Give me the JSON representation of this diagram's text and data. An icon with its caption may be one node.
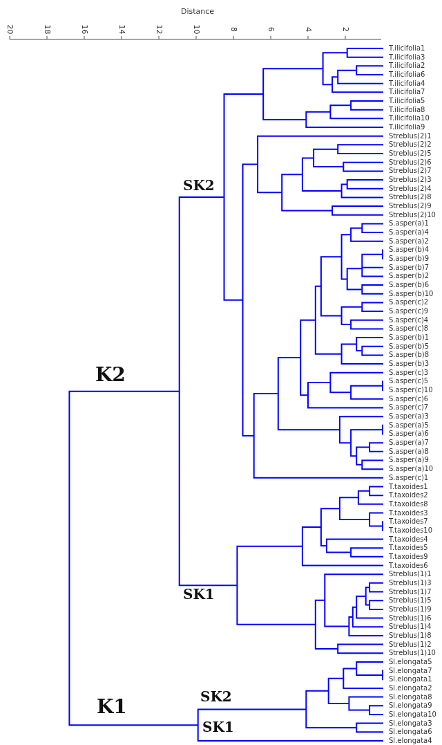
{
  "diagram": {
    "labels": [
      "Distance",
      "20",
      "18",
      "16",
      "14",
      "12",
      "10",
      "8",
      "6",
      "4",
      "2",
      "T.ilicifolia1",
      "T.ilicifolia3",
      "T.ilicifolia2",
      "T.ilicifolia6",
      "T.ilicifolia4",
      "T.ilicifolia7",
      "T.ilicifolia5",
      "T.ilicifolia8",
      "T.ilicifolia10",
      "T.ilicifolia9",
      "Streblus(2)1",
      "Streblus(2)2",
      "Streblus(2)5",
      "Streblus(2)6",
      "Streblus(2)7",
      "Streblus(2)3",
      "Streblus(2)4",
      "Streblus(2)8",
      "Streblus(2)9",
      "Streblus(2)10",
      "S.asper(a)1",
      "S.asper(a)4",
      "S.asper(a)2",
      "S.asper(b)4",
      "S.asper(b)9",
      "S.asper(b)7",
      "S.asper(b)2",
      "S.asper(b)6",
      "S.asper(b)10",
      "S.asper(c)2",
      "S.asper(c)9",
      "S.asper(c)4",
      "S.asper(c)8",
      "S.asper(b)1",
      "S.asper(b)5",
      "S.asper(b)8",
      "S.asper(b)3",
      "S.asper(c)3",
      "S.asper(c)5",
      "S.asper(c)10",
      "S.asper(c)6",
      "S.asper(c)7",
      "S.asper(a)3",
      "S.asper(a)5",
      "S.asper(a)6",
      "S.asper(a)7",
      "S.asper(a)8",
      "S.asper(a)9",
      "S.asper(a)10",
      "S.asper(c)1",
      "T.taxoides1",
      "T.taxoides2",
      "T.taxoides8",
      "T.taxoides3",
      "T.taxoides7",
      "T.taxoides10",
      "T.taxoides4",
      "T.taxoides5",
      "T.taxoides9",
      "T.taxoides6",
      "Streblus(1)1",
      "Streblus(1)3",
      "Streblus(1)7",
      "Streblus(1)5",
      "Streblus(1)9",
      "Streblus(1)6",
      "Streblus(1)4",
      "Streblus(1)8",
      "Streblus(1)2",
      "Streblus(1)10",
      "Sl.elongata5",
      "Sl.elongata7",
      "Sl.elongata1",
      "Sl.elongata2",
      "Sl.elongata8",
      "Sl.elongata9",
      "Sl.elongata10",
      "Sl.elongata3",
      "Sl.elongata6",
      "Sl.elongata4",
      "SK2",
      "K2",
      "SK1",
      "SK2",
      "K1",
      "SK1"
    ]
  }
}
